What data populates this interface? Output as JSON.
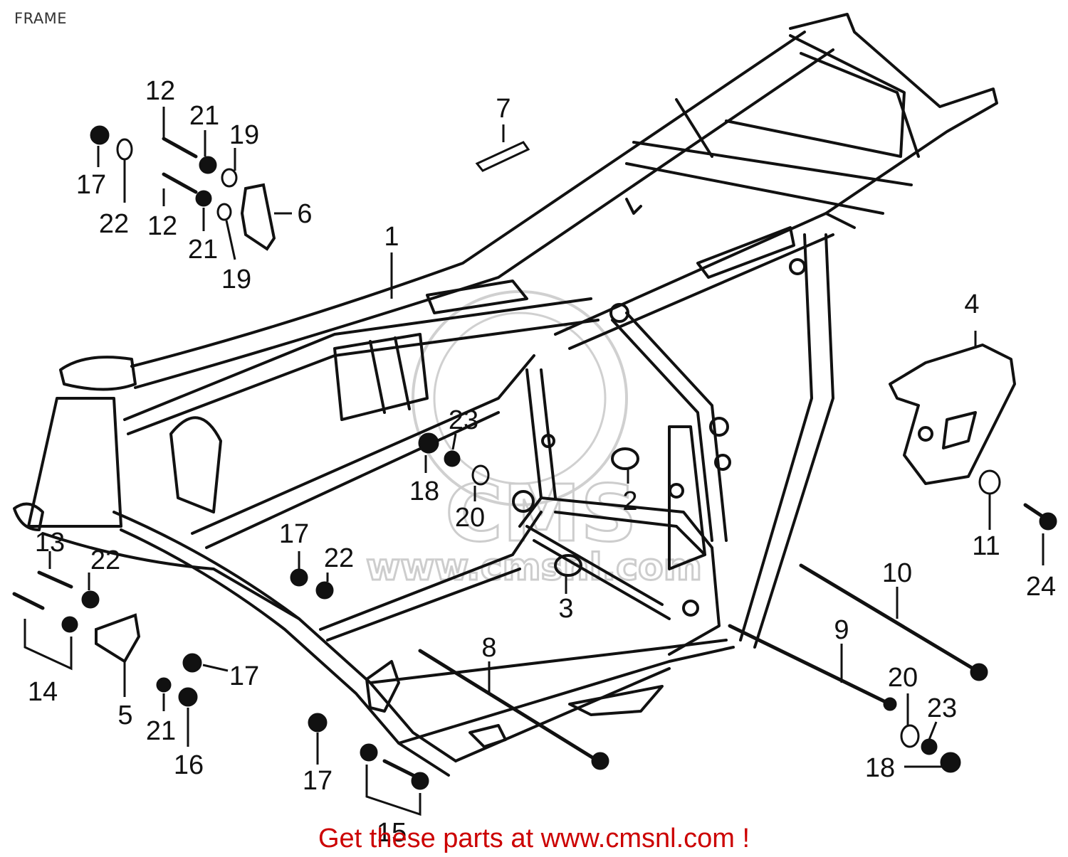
{
  "page": {
    "title": "FRAME"
  },
  "diagram": {
    "labels": [
      "1",
      "2",
      "3",
      "4",
      "5",
      "6",
      "7",
      "8",
      "9",
      "10",
      "11",
      "12",
      "12",
      "13",
      "14",
      "15",
      "16",
      "17",
      "17",
      "17",
      "17",
      "17",
      "18",
      "18",
      "19",
      "19",
      "20",
      "20",
      "21",
      "21",
      "21",
      "22",
      "22",
      "22",
      "23",
      "23",
      "24"
    ]
  },
  "watermark": {
    "logo": "CMS",
    "url": "www.cmsnl.com"
  },
  "footer": {
    "text": "Get these parts at www.cmsnl.com !",
    "color": "#cc0000"
  },
  "colors": {
    "line": "#111111",
    "label": "#111111",
    "watermark": "#c8c8c8"
  }
}
